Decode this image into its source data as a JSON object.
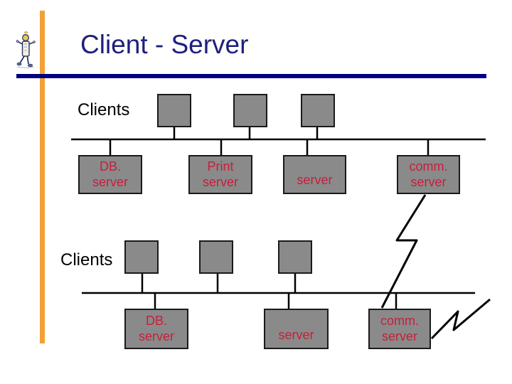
{
  "colors": {
    "orange_bar": "#F2A235",
    "rule_navy": "#000080",
    "title_navy": "#1F1F7E",
    "box_gray": "#8A8A8A",
    "box_border": "#1A1A1A",
    "server_text_red": "#C5203C",
    "label_black": "#000000",
    "line_black": "#000000"
  },
  "slide": {
    "title": "Client - Server"
  },
  "icons": {
    "mascot": "walking-figure-clipart"
  },
  "diagram": {
    "row1": {
      "clients_label": "Clients",
      "client_count": 3,
      "servers": [
        {
          "line1": "DB.",
          "line2": "server"
        },
        {
          "line1": "Print",
          "line2": "server"
        },
        {
          "line1": "",
          "line2": "server"
        },
        {
          "line1": "comm.",
          "line2": "server"
        }
      ]
    },
    "row2": {
      "clients_label": "Clients",
      "client_count": 3,
      "servers": [
        {
          "line1": "DB.",
          "line2": "server"
        },
        {
          "line1": "",
          "line2": "server"
        },
        {
          "line1": "comm.",
          "line2": "server"
        }
      ]
    }
  }
}
